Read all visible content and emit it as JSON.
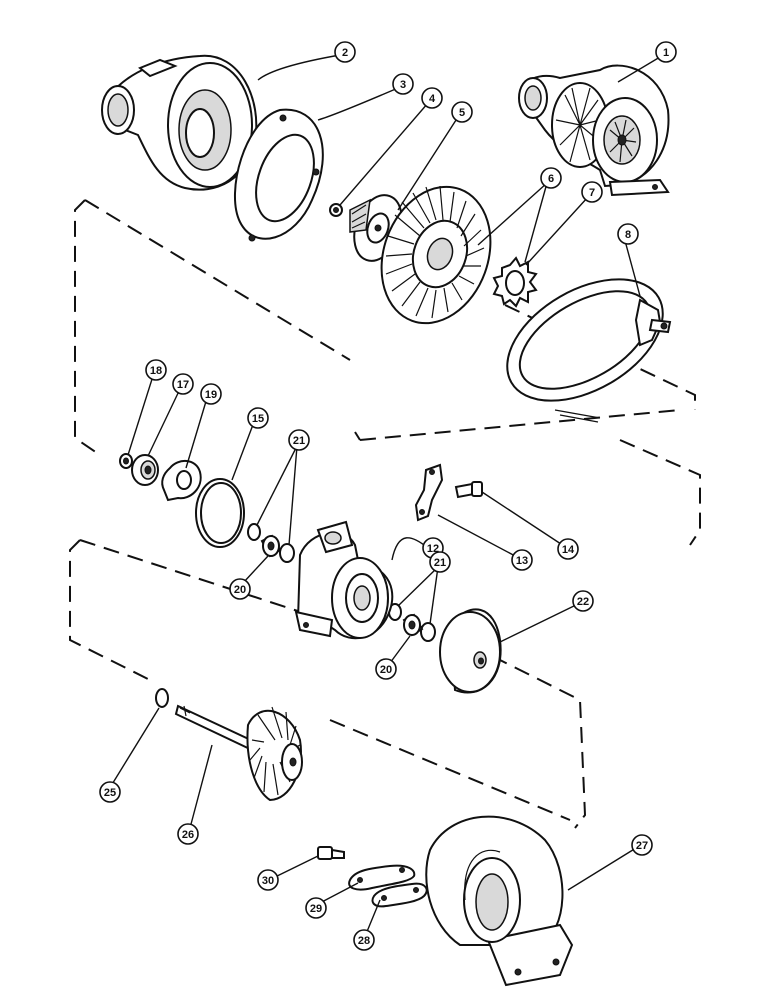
{
  "callouts": [
    {
      "id": "1",
      "label": "1"
    },
    {
      "id": "2",
      "label": "2"
    },
    {
      "id": "3",
      "label": "3"
    },
    {
      "id": "4",
      "label": "4"
    },
    {
      "id": "5",
      "label": "5"
    },
    {
      "id": "6",
      "label": "6"
    },
    {
      "id": "7",
      "label": "7"
    },
    {
      "id": "8",
      "label": "8"
    },
    {
      "id": "12",
      "label": "12"
    },
    {
      "id": "13",
      "label": "13"
    },
    {
      "id": "14",
      "label": "14"
    },
    {
      "id": "15",
      "label": "15"
    },
    {
      "id": "17",
      "label": "17"
    },
    {
      "id": "18",
      "label": "18"
    },
    {
      "id": "19",
      "label": "19"
    },
    {
      "id": "20a",
      "label": "20"
    },
    {
      "id": "20b",
      "label": "20"
    },
    {
      "id": "21a",
      "label": "21"
    },
    {
      "id": "21b",
      "label": "21"
    },
    {
      "id": "22",
      "label": "22"
    },
    {
      "id": "25",
      "label": "25"
    },
    {
      "id": "26",
      "label": "26"
    },
    {
      "id": "27",
      "label": "27"
    },
    {
      "id": "28",
      "label": "28"
    },
    {
      "id": "29",
      "label": "29"
    },
    {
      "id": "30",
      "label": "30"
    }
  ]
}
